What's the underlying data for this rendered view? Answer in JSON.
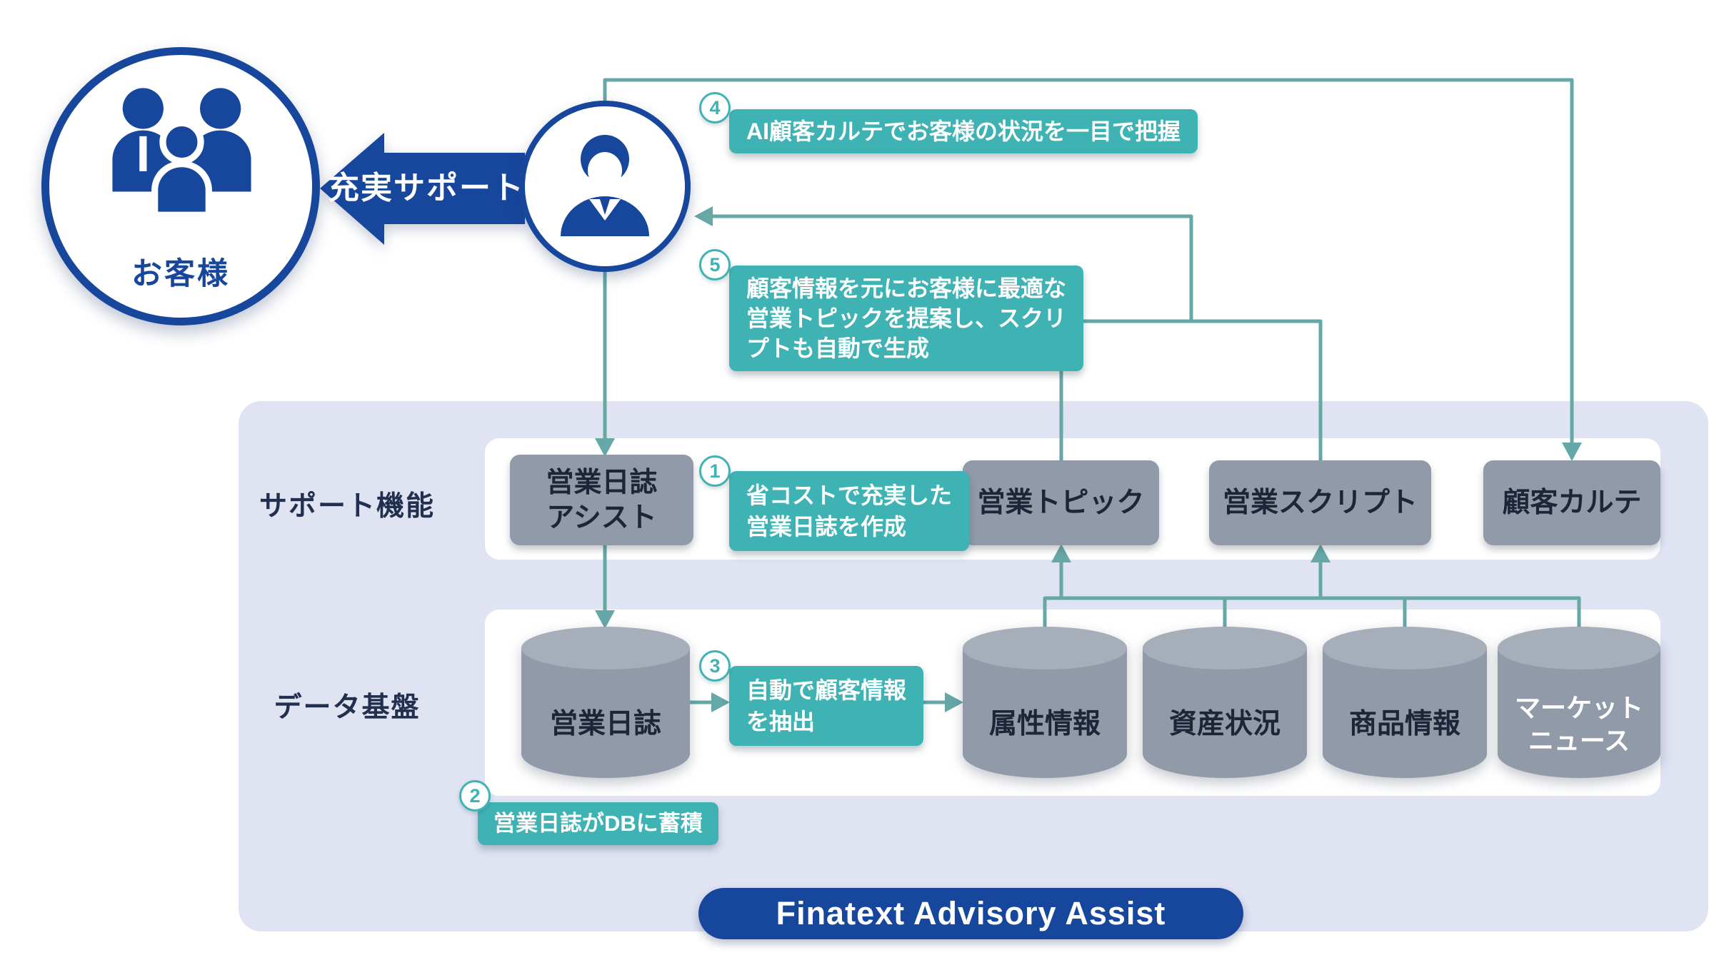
{
  "colors": {
    "navy": "#17479d",
    "callout_teal": "#3fb3b4",
    "line_teal": "#66a7a7",
    "box_gray": "#919aa8",
    "panel_lavender": "#dfe3f2",
    "box_text": "#1d2638"
  },
  "customer": {
    "label": "お客様"
  },
  "support_arrow": {
    "label": "充実サポート"
  },
  "callouts": {
    "step1": {
      "num": "1",
      "lines": [
        "省コストで充実した",
        "営業日誌を作成"
      ]
    },
    "step2": {
      "num": "2",
      "lines": [
        "営業日誌がDBに蓄積"
      ]
    },
    "step3": {
      "num": "3",
      "lines": [
        "自動で顧客情報",
        "を抽出"
      ]
    },
    "step4": {
      "num": "4",
      "lines": [
        "AI顧客カルテでお客様の状況を一目で把握"
      ]
    },
    "step5": {
      "num": "5",
      "lines": [
        "顧客情報を元にお客様に最適な",
        "営業トピックを提案し、スクリ",
        "プトも自動で生成"
      ]
    }
  },
  "support_row": {
    "label": "サポート機能",
    "boxes": [
      {
        "lines": [
          "営業日誌",
          "アシスト"
        ]
      },
      {
        "lines": [
          "営業トピック"
        ]
      },
      {
        "lines": [
          "営業スクリプト"
        ]
      },
      {
        "lines": [
          "顧客カルテ"
        ]
      }
    ]
  },
  "data_row": {
    "label": "データ基盤",
    "databases": [
      {
        "lines": [
          "営業日誌"
        ]
      },
      {
        "lines": [
          "属性情報"
        ]
      },
      {
        "lines": [
          "資産状況"
        ]
      },
      {
        "lines": [
          "商品情報"
        ]
      },
      {
        "lines": [
          "マーケット",
          "ニュース"
        ]
      }
    ]
  },
  "footer": {
    "label": "Finatext Advisory Assist"
  }
}
